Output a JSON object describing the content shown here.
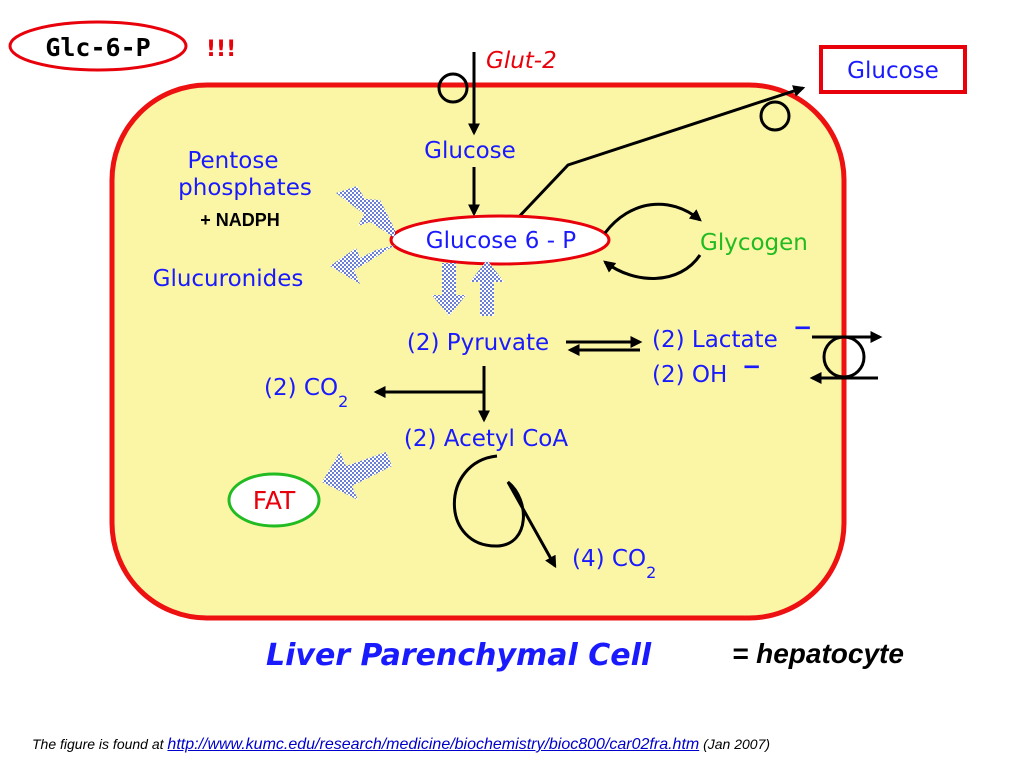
{
  "tag": {
    "label": "Glc-6-P",
    "exclaim": "!!!"
  },
  "transporter": "Glut-2",
  "export_box": "Glucose",
  "nodes": {
    "glucose_in": "Glucose",
    "g6p": "Glucose 6 - P",
    "glycogen": "Glycogen",
    "pentose_line1": "Pentose",
    "pentose_line2": "phosphates",
    "nadph": "+ NADPH",
    "glucuronides": "Glucuronides",
    "pyruvate": "(2) Pyruvate",
    "lactate": "(2) Lactate",
    "oh": "(2) OH",
    "co2_left_prefix": "(2) CO",
    "co2_sub": "2",
    "acetyl": "(2) Acetyl CoA",
    "fat": "FAT",
    "co2_bottom_prefix": "(4) CO",
    "minus": "−"
  },
  "caption": {
    "title": "Liver Parenchymal  Cell",
    "equals": "= hepatocyte"
  },
  "footer": {
    "prefix": "The figure is found at",
    "link": "http://www.kumc.edu/research/medicine/biochemistry/bioc800/car02fra.htm",
    "suffix": "(Jan 2007)"
  },
  "colors": {
    "cell_fill": "#fbf5a6",
    "cell_border": "#ee1111",
    "label_blue": "#1a1aff",
    "accent_red": "#e8000b",
    "fat_green": "#22bb22",
    "hatch_blue": "#6b7fd6"
  }
}
